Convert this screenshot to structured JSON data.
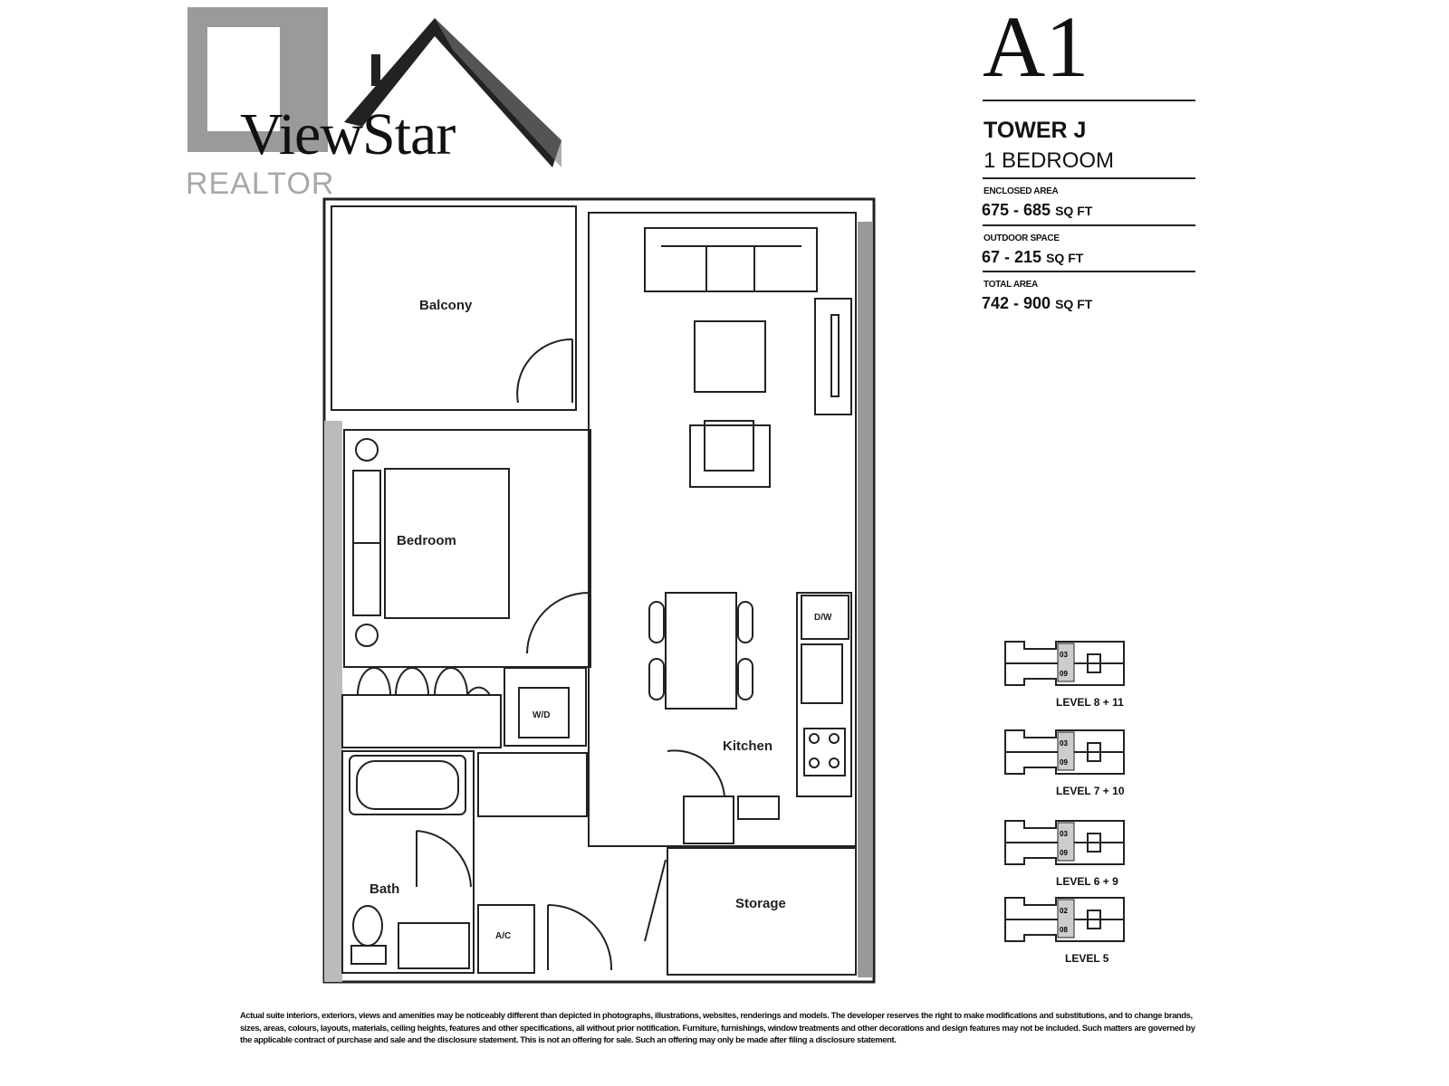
{
  "logo": {
    "brand": "ViewStar",
    "realtor_mark": "REALTOR"
  },
  "unit": {
    "code": "A1",
    "tower": "TOWER J",
    "bedrooms": "1 BEDROOM",
    "enclosed_area_label": "ENCLOSED AREA",
    "enclosed_area_value": "675 - 685",
    "outdoor_space_label": "OUTDOOR SPACE",
    "outdoor_space_value": "67 - 215",
    "total_area_label": "TOTAL AREA",
    "total_area_value": "742 - 900",
    "unit_suffix": "SQ FT"
  },
  "plan": {
    "rooms": {
      "balcony": "Balcony",
      "bedroom": "Bedroom",
      "kitchen": "Kitchen",
      "bath": "Bath",
      "storage": "Storage"
    },
    "fixtures": {
      "dw": "D/W",
      "wd": "W/D",
      "ac": "A/C"
    }
  },
  "key_plans": [
    {
      "label": "LEVEL 8 + 11",
      "units": [
        "03",
        "09"
      ]
    },
    {
      "label": "LEVEL 7 + 10",
      "units": [
        "03",
        "09"
      ]
    },
    {
      "label": "LEVEL 6 + 9",
      "units": [
        "03",
        "09"
      ]
    },
    {
      "label": "LEVEL 5",
      "units": [
        "02",
        "08"
      ]
    }
  ],
  "disclaimer": "Actual suite interiors, exteriors, views and amenities may be noticeably different than depicted in photographs, illustrations, websites, renderings and models. The developer reserves the right to make modifications and substitutions, and to change brands, sizes, areas, colours, layouts, materials, ceiling heights, features and other specifications, all without prior notification. Furniture, furnishings, window treatments and other decorations and design features may not be included. Such matters are governed by the applicable contract of purchase and sale and the disclosure statement. This is not an offering for sale. Such an offering may only be made after filing a disclosure statement."
}
